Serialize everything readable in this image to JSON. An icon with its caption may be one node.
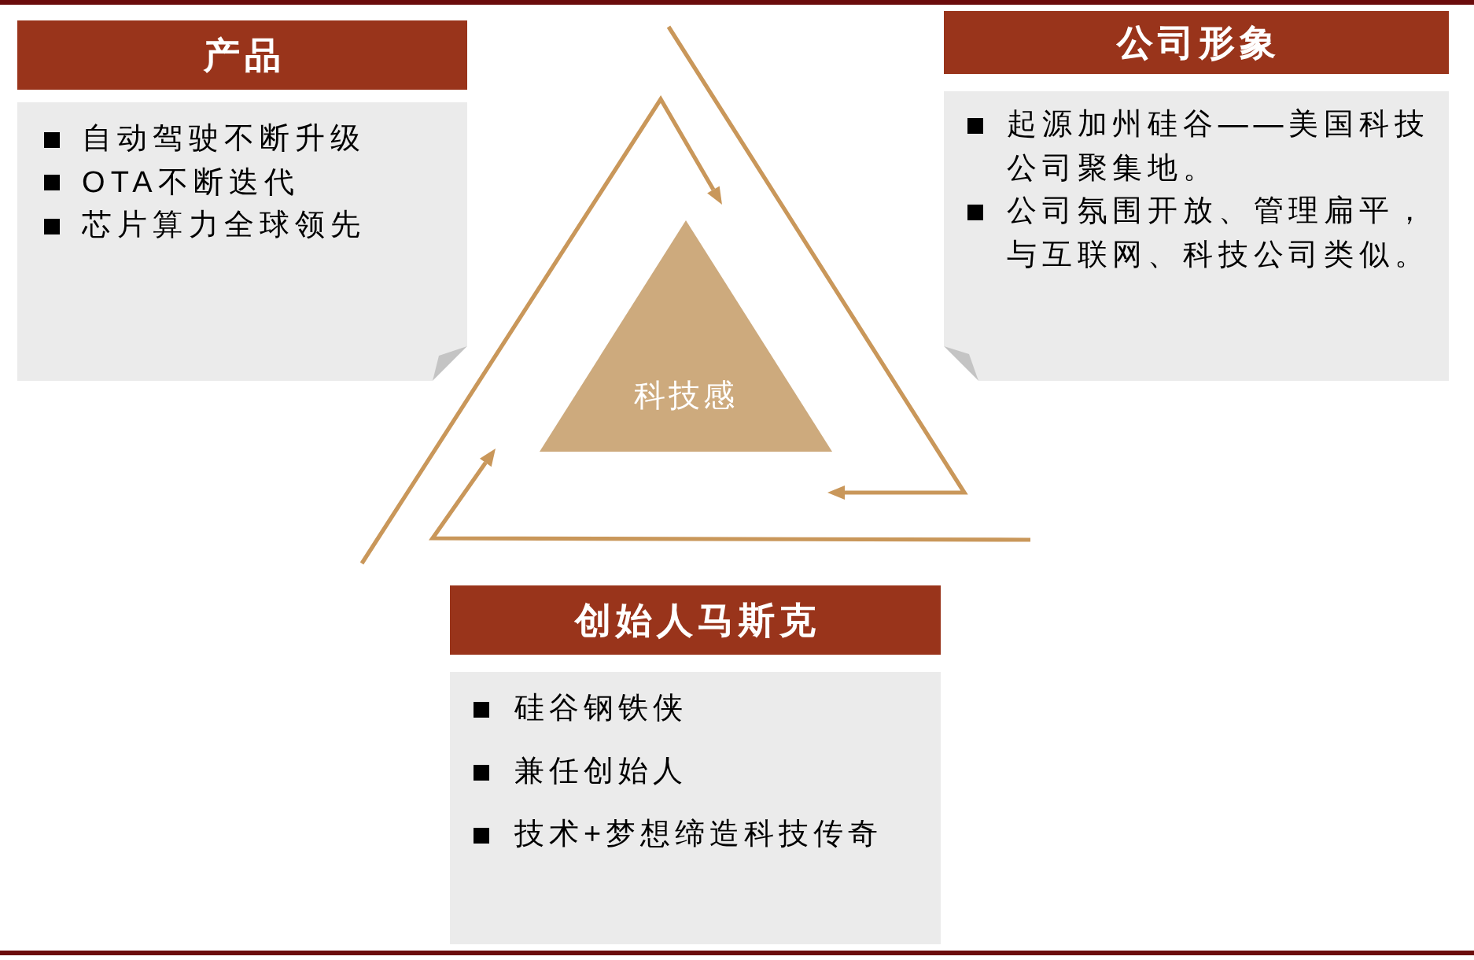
{
  "diagram": {
    "nodes": [
      {
        "text": [
          "产品"
        ]
      },
      {
        "text": [
          "自动驾驶不断升级",
          "OTA不断迭代",
          "芯片算力全球领先"
        ]
      },
      {
        "text": [
          "公司形象"
        ]
      },
      {
        "text": [
          "起源加州硅谷——美国科技公司聚集地。",
          "公司氛围开放、管理扁平，与互联网、科技公司类似。"
        ]
      },
      {
        "text": [
          "科技感"
        ]
      },
      {
        "text": [
          "创始人马斯克"
        ]
      },
      {
        "text": [
          "硅谷钢铁侠",
          "兼任创始人",
          "技术+梦想缔造科技传奇"
        ]
      }
    ]
  }
}
